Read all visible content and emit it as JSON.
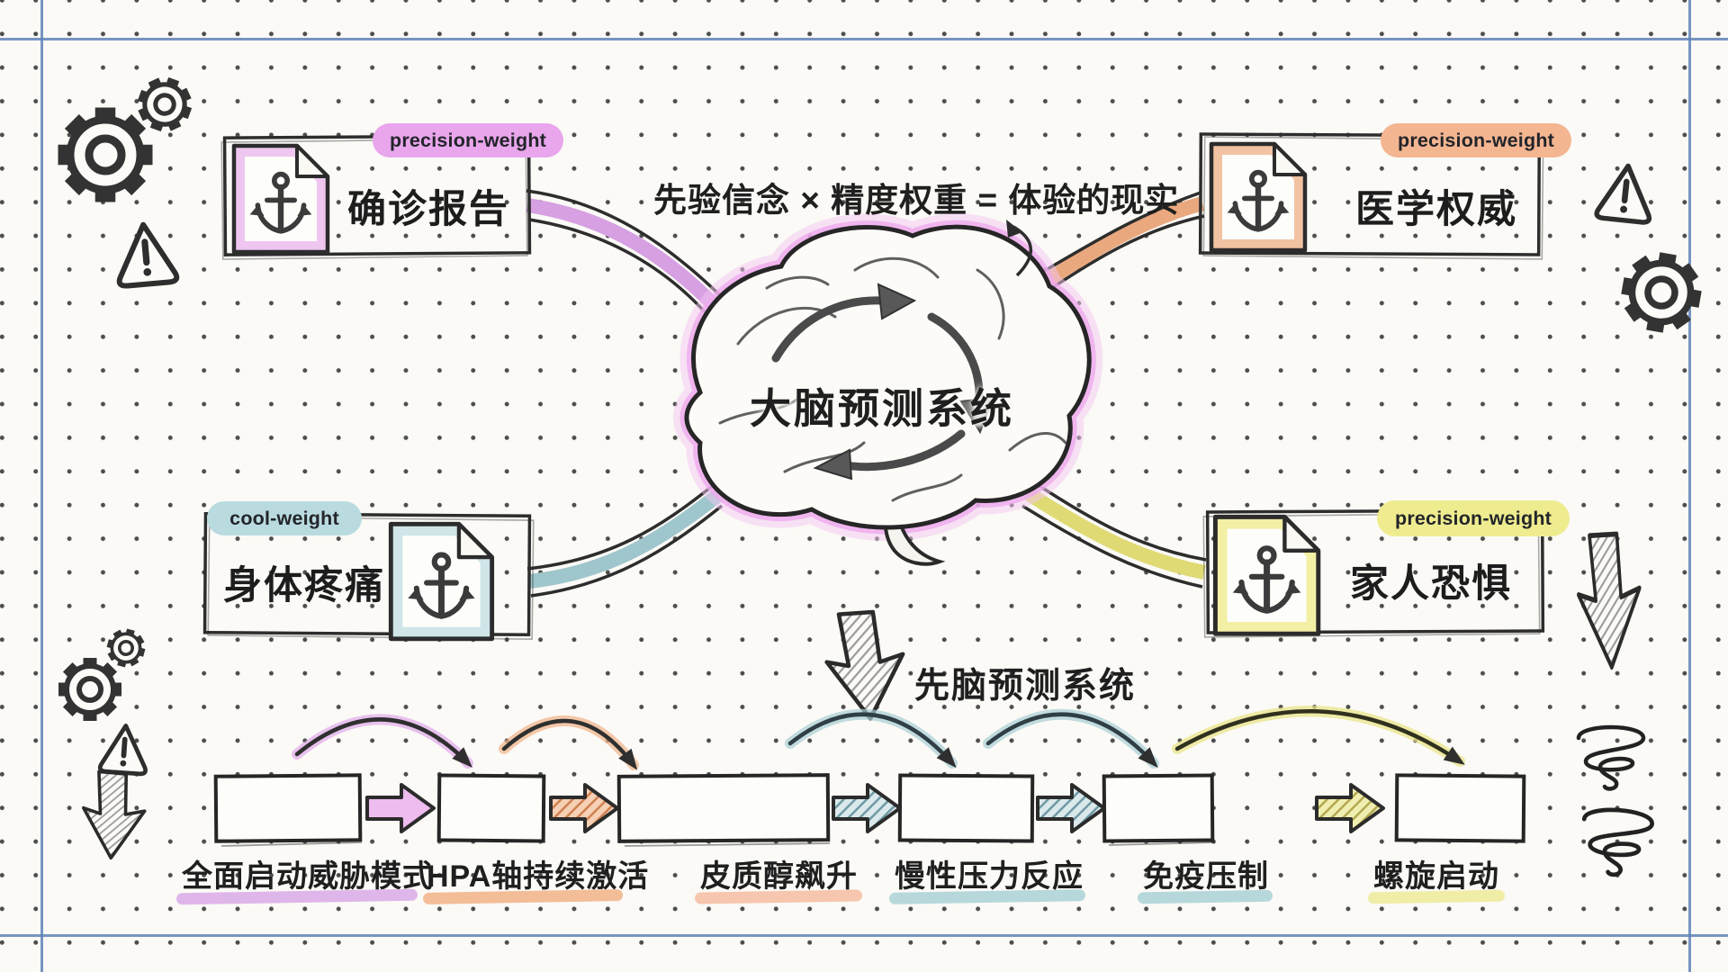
{
  "formula": "先验信念 × 精度权重 = 体验的现实",
  "brain": {
    "label": "大脑预测系统"
  },
  "flow_title": "先脑预测系统",
  "cards": [
    {
      "position": "top-left",
      "badge": "precision-weight",
      "title": "确诊报告",
      "accent": "#d6a0e2",
      "page_band": "#eec6f0",
      "badge_bg": "#e9a6ec"
    },
    {
      "position": "top-right",
      "badge": "precision-weight",
      "title": "医学权威",
      "accent": "#eaa87e",
      "page_band": "#f2c3a2",
      "badge_bg": "#f4b591"
    },
    {
      "position": "bottom-left",
      "badge": "cool-weight",
      "title": "身体疼痛",
      "accent": "#9fc6cc",
      "page_band": "#cfe5e8",
      "badge_bg": "#b9dbdf"
    },
    {
      "position": "bottom-right",
      "badge": "precision-weight",
      "title": "家人恐惧",
      "accent": "#e0da74",
      "page_band": "#f3efa4",
      "badge_bg": "#efec8f"
    }
  ],
  "flow_steps": [
    {
      "label": "全面启动威胁模式",
      "underline_color": "#dcaee8"
    },
    {
      "label": "HPA轴持续激活",
      "underline_color": "#f2b68e"
    },
    {
      "label": "皮质醇飙升",
      "underline_color": "#f6c0a6"
    },
    {
      "label": "慢性压力反应",
      "underline_color": "#aed4d8"
    },
    {
      "label": "免疫压制",
      "underline_color": "#aed4d8"
    },
    {
      "label": "螺旋启动",
      "underline_color": "#eeeb9e"
    }
  ],
  "accents": {
    "purple": "#d6a0e2",
    "orange": "#eaa87e",
    "teal": "#9fc6cc",
    "yellow": "#e0da74",
    "frame_blue": "#5f82b8",
    "ink": "#2d2d2d",
    "paper": "#fbfaf6",
    "brain_halo": "#eeaaee"
  },
  "icons": [
    "gear-icon",
    "warning-triangle-icon",
    "anchor-icon",
    "document-page-icon",
    "brain-illustration",
    "down-arrow-icon",
    "spiral-icon",
    "block-arrow-icon",
    "curved-arrow-icon"
  ]
}
